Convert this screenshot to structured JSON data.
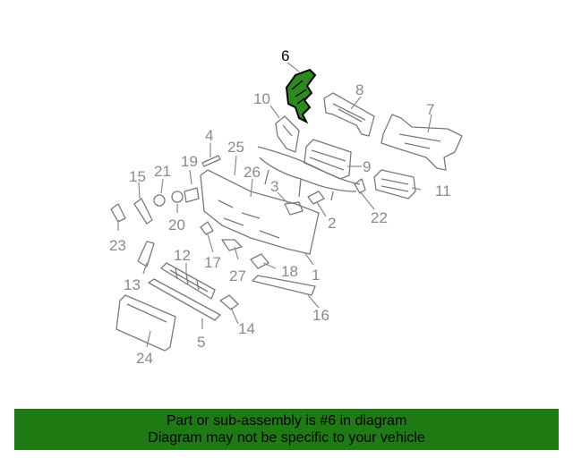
{
  "highlight_color": "#1e7a12",
  "callouts": [
    {
      "id": "6",
      "highlighted": true
    },
    {
      "id": "8"
    },
    {
      "id": "10"
    },
    {
      "id": "7"
    },
    {
      "id": "4"
    },
    {
      "id": "25"
    },
    {
      "id": "26"
    },
    {
      "id": "19"
    },
    {
      "id": "15"
    },
    {
      "id": "21"
    },
    {
      "id": "9"
    },
    {
      "id": "3"
    },
    {
      "id": "11"
    },
    {
      "id": "22"
    },
    {
      "id": "2"
    },
    {
      "id": "20"
    },
    {
      "id": "23"
    },
    {
      "id": "17"
    },
    {
      "id": "12"
    },
    {
      "id": "27"
    },
    {
      "id": "18"
    },
    {
      "id": "1"
    },
    {
      "id": "13"
    },
    {
      "id": "16"
    },
    {
      "id": "14"
    },
    {
      "id": "5"
    },
    {
      "id": "24"
    }
  ],
  "footer": {
    "line1": "Part or sub-assembly is #6 in diagram",
    "line2": "Diagram may not be specific to your vehicle"
  }
}
